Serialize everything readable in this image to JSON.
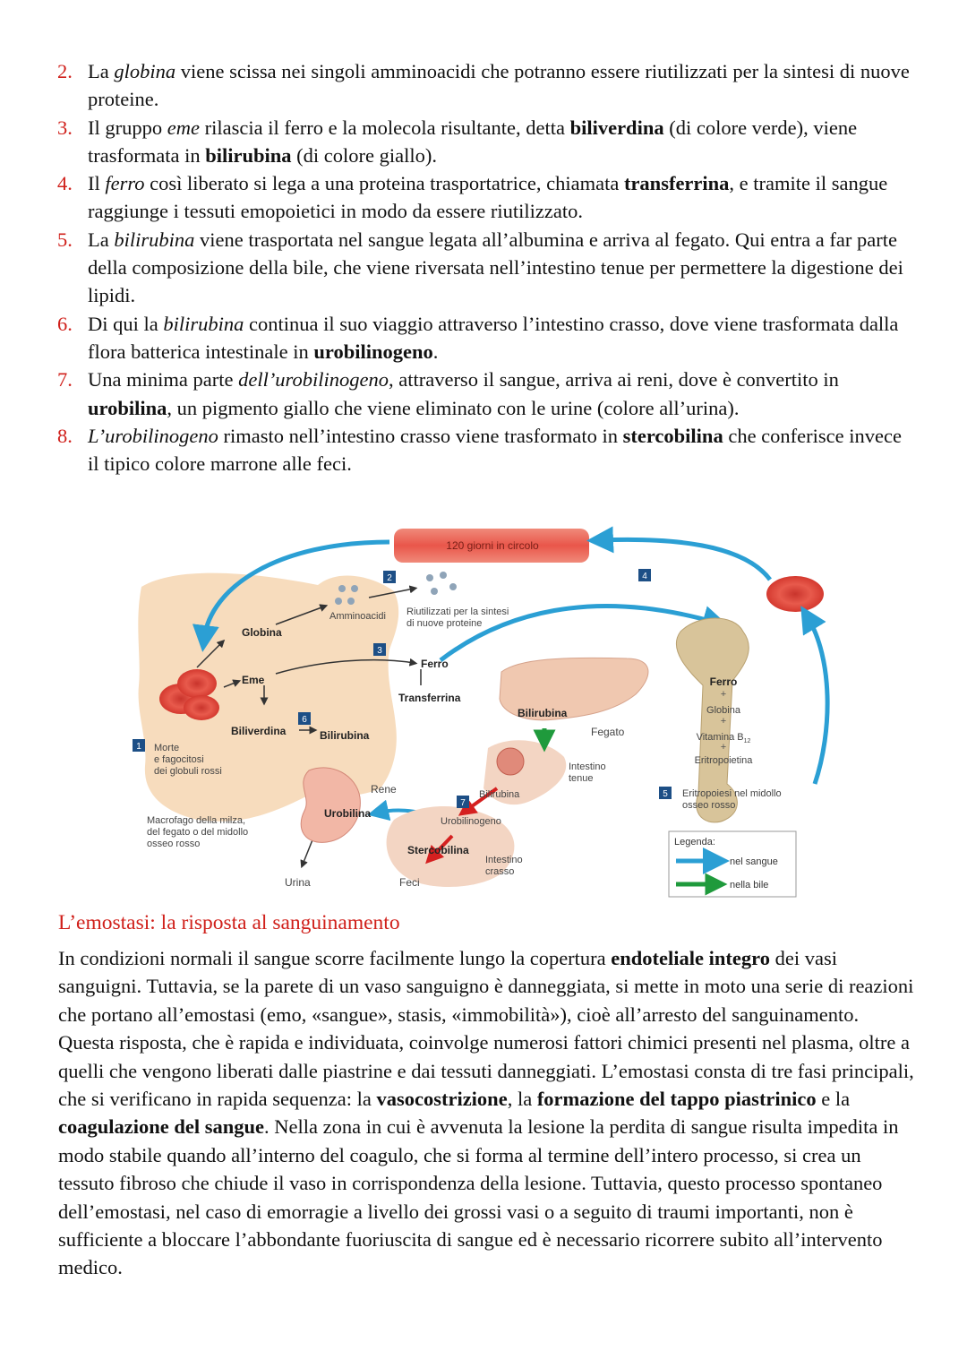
{
  "list_items": [
    {
      "num": "2.",
      "segments": [
        {
          "t": " La ",
          "s": ""
        },
        {
          "t": "globina",
          "s": "i"
        },
        {
          "t": " viene scissa nei singoli amminoacidi che potranno essere riutilizzati per la sintesi di nuove proteine.",
          "s": ""
        }
      ]
    },
    {
      "num": "3.",
      "segments": [
        {
          "t": "Il gruppo ",
          "s": ""
        },
        {
          "t": "eme",
          "s": "i"
        },
        {
          "t": " rilascia il ferro e la molecola risultante, detta ",
          "s": ""
        },
        {
          "t": "biliverdina",
          "s": "b"
        },
        {
          "t": " (di colore verde), viene trasformata in ",
          "s": ""
        },
        {
          "t": "bilirubina",
          "s": "b"
        },
        {
          "t": " (di colore giallo).",
          "s": ""
        }
      ]
    },
    {
      "num": "4.",
      "segments": [
        {
          "t": "Il ",
          "s": ""
        },
        {
          "t": "ferro",
          "s": "i"
        },
        {
          "t": " così liberato si lega a una proteina trasportatrice, chiamata ",
          "s": ""
        },
        {
          "t": "transferrina",
          "s": "b"
        },
        {
          "t": ", e tramite il sangue raggiunge i tessuti emopoietici in modo da essere riutilizzato.",
          "s": ""
        }
      ]
    },
    {
      "num": "5.",
      "segments": [
        {
          "t": "La ",
          "s": ""
        },
        {
          "t": "bilirubina",
          "s": "i"
        },
        {
          "t": " viene trasportata nel sangue legata all’albumina e arriva al fegato. Qui entra a far parte della composizione della bile, che viene riversata nell’intestino tenue per permettere la digestione dei lipidi.",
          "s": ""
        }
      ]
    },
    {
      "num": "6.",
      "segments": [
        {
          "t": "Di qui la ",
          "s": ""
        },
        {
          "t": "bilirubina",
          "s": "i"
        },
        {
          "t": " continua il suo viaggio attraverso l’intestino crasso, dove viene trasformata dalla flora batterica intestinale in ",
          "s": ""
        },
        {
          "t": "urobilinogeno",
          "s": "b"
        },
        {
          "t": ".",
          "s": ""
        }
      ]
    },
    {
      "num": "7.",
      "segments": [
        {
          "t": "Una minima parte ",
          "s": ""
        },
        {
          "t": "dell’urobilinogeno",
          "s": "i"
        },
        {
          "t": ", attraverso il sangue, arriva ai reni, dove è convertito in ",
          "s": ""
        },
        {
          "t": "urobilina",
          "s": "b"
        },
        {
          "t": ", un pigmento giallo che viene eliminato con le urine (colore all’urina).",
          "s": ""
        }
      ]
    },
    {
      "num": "8.",
      "segments": [
        {
          "t": "L’urobilinogeno",
          "s": "i"
        },
        {
          "t": " rimasto nell’intestino crasso viene trasformato in ",
          "s": ""
        },
        {
          "t": "stercobilina",
          "s": "b"
        },
        {
          "t": " che conferisce invece il tipico colore marrone alle feci.",
          "s": ""
        }
      ]
    }
  ],
  "figure": {
    "vessel_label": "120 giorni in circolo",
    "steps": {
      "s1": "1",
      "s2": "2",
      "s3": "3",
      "s4": "4",
      "s5": "5",
      "s6": "6",
      "s7": "7"
    },
    "globina": "Globina",
    "eme": "Eme",
    "biliverdina": "Biliverdina",
    "bilirubina_macro": "Bilirubina",
    "amminoacidi": "Amminoacidi",
    "riutilizzati_1": "Riutilizzati per la sintesi",
    "riutilizzati_2": "di nuove proteine",
    "ferro": "Ferro",
    "transferrina": "Transferrina",
    "morte_1": "Morte",
    "morte_2": "e fagocitosi",
    "morte_3": "dei globuli rossi",
    "macrofago_1": "Macrofago della milza,",
    "macrofago_2": "del fegato o del midollo",
    "macrofago_3": "osseo rosso",
    "bilirubina_fegato": "Bilirubina",
    "fegato": "Fegato",
    "intestino_tenue_1": "Intestino",
    "intestino_tenue_2": "tenue",
    "bilirubina_int": "Bilirubina",
    "urobilinogeno": "Urobilinogeno",
    "rene": "Rene",
    "urobilina": "Urobilina",
    "stercobilina": "Stercobilina",
    "intestino_crasso_1": "Intestino",
    "intestino_crasso_2": "crasso",
    "urina": "Urina",
    "feci": "Feci",
    "bone_ferro": "Ferro",
    "bone_globina": "Globina",
    "bone_vitamina": "Vitamina B",
    "bone_vitamina_sub": "12",
    "bone_eritropoietina": "Eritropoietina",
    "plus": "+",
    "eritropoiesi_1": "Eritropoiesi nel midollo",
    "eritropoiesi_2": "osseo rosso",
    "legenda": "Legenda:",
    "nel_sangue": "nel sangue",
    "nella_bile": "nella bile",
    "colors": {
      "blood_arrow": "#2b9fd4",
      "bile_arrow": "#1f9a3c",
      "red_arrow": "#d52020",
      "cell": "#e2473c",
      "tissue": "#f7dcbd",
      "step_badge": "#1d4f86"
    }
  },
  "section_title": "L’emostasi: la risposta al sanguinamento",
  "paragraph": [
    {
      "t": "In condizioni normali il sangue scorre facilmente lungo la copertura ",
      "s": ""
    },
    {
      "t": "endoteliale integro",
      "s": "b"
    },
    {
      "t": " dei vasi sanguigni. Tuttavia, se la parete di un vaso sanguigno è danneggiata, si mette in moto una serie di reazioni che portano all’emostasi (emo, «sangue», stasis, «immobilità»), cioè all’arresto del sanguinamento. Questa risposta, che è rapida e individuata, coinvolge numerosi fattori chimici presenti nel plasma, oltre a quelli che vengono liberati dalle piastrine e dai tessuti danneggiati. L’emostasi consta di tre fasi principali, che si verificano in rapida sequenza: la ",
      "s": ""
    },
    {
      "t": "vasocostrizione",
      "s": "b"
    },
    {
      "t": ", la ",
      "s": ""
    },
    {
      "t": "formazione del tappo piastrinico",
      "s": "b"
    },
    {
      "t": " e la ",
      "s": ""
    },
    {
      "t": "coagulazione del sangue",
      "s": "b"
    },
    {
      "t": ". Nella zona in cui è avvenuta la lesione la perdita di sangue risulta impedita in modo stabile quando all’interno del coagulo, che si forma al termine dell’intero processo, si crea un tessuto fibroso che chiude il vaso in corrispondenza della lesione. Tuttavia, questo processo spontaneo dell’emostasi, nel caso di emorragie a livello dei grossi vasi o a seguito di traumi importanti, non è sufficiente a bloccare l’abbondante fuoriuscita di sangue ed è necessario ricorrere subito all’intervento medico.",
      "s": ""
    }
  ]
}
